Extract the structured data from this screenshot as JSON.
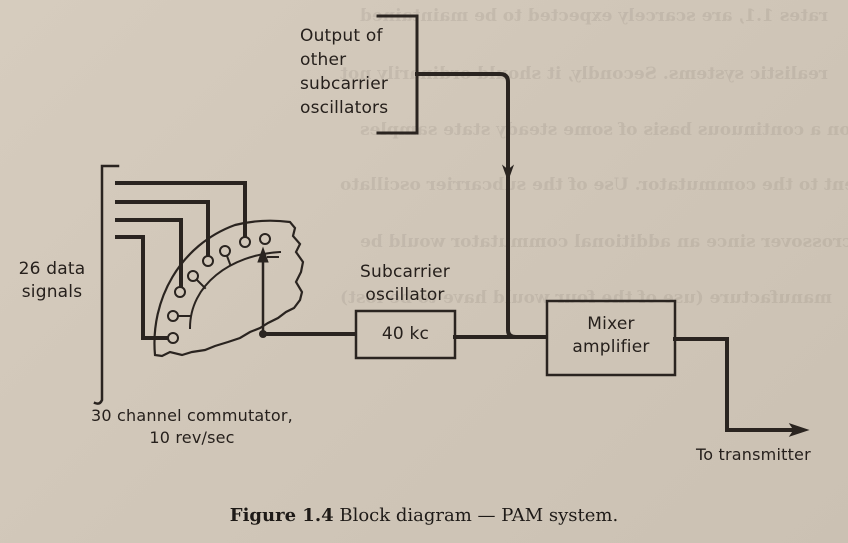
{
  "figure": {
    "number_label": "Figure 1.4",
    "title": "Block diagram — PAM system."
  },
  "labels": {
    "other_oscillators": [
      "Output of",
      "other",
      "subcarrier",
      "oscillators"
    ],
    "data_signals": [
      "26 data",
      "signals"
    ],
    "commutator": [
      "30 channel commutator,",
      "10 rev/sec"
    ],
    "subcarrier_title": [
      "Subcarrier",
      "oscillator"
    ],
    "oscillator_box": "40 kc",
    "mixer_box": [
      "Mixer",
      "amplifier"
    ],
    "output": "To transmitter"
  },
  "colors": {
    "paper": "#d3c9bb",
    "ink": "#2a2420"
  },
  "background_ghost_text": [
    "rates 1.1, are scarcely expected to be maintained",
    "realistic systems. Secondly, it should ordinarily not",
    "th, on a continuous basis of some steady state samples",
    "sent to the commutator. Use of the subcarrier oscillato",
    "of crossover since an additional commutator would be",
    "manufacture (use of the four would have to be lost)"
  ]
}
